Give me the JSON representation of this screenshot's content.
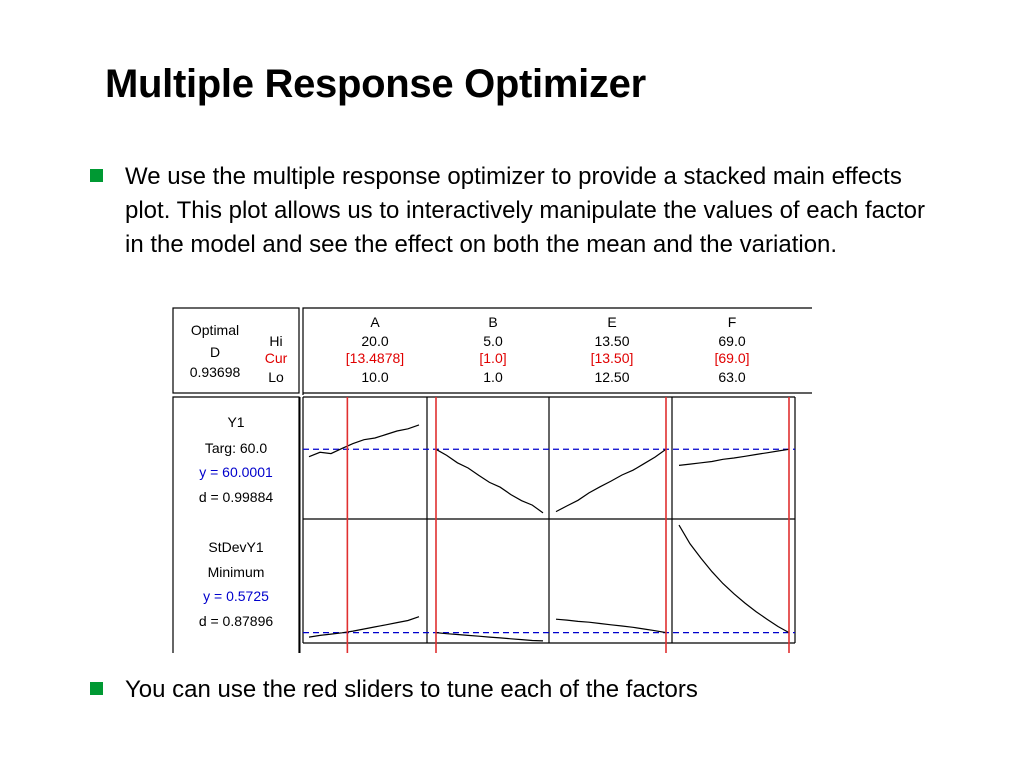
{
  "title": "Multiple Response Optimizer",
  "bullets": [
    "We use the multiple response optimizer to provide a stacked main effects plot.  This plot allows us to interactively manipulate the values of each factor in the model and see the effect on both the mean and the variation.",
    "You can use the red sliders to tune each of the factors"
  ],
  "colors": {
    "bullet": "#009933",
    "current": "#e00000",
    "slider": "#e03030",
    "target_line": "#0000cc",
    "prediction_text": "#0000cc"
  },
  "chart_data": {
    "type": "line",
    "header": {
      "optimal_label": "Optimal",
      "d_label": "D",
      "d_value": "0.93698",
      "row_labels": {
        "hi": "Hi",
        "cur": "Cur",
        "lo": "Lo"
      }
    },
    "factors": [
      {
        "name": "A",
        "hi": "20.0",
        "cur": "[13.4878]",
        "lo": "10.0",
        "hi_value": 20.0,
        "lo_value": 10.0,
        "cur_value": 13.4878
      },
      {
        "name": "B",
        "hi": "5.0",
        "cur": "[1.0]",
        "lo": "1.0",
        "hi_value": 5.0,
        "lo_value": 1.0,
        "cur_value": 1.0
      },
      {
        "name": "E",
        "hi": "13.50",
        "cur": "[13.50]",
        "lo": "12.50",
        "hi_value": 13.5,
        "lo_value": 12.5,
        "cur_value": 13.5
      },
      {
        "name": "F",
        "hi": "69.0",
        "cur": "[69.0]",
        "lo": "63.0",
        "hi_value": 69.0,
        "lo_value": 63.0,
        "cur_value": 69.0
      }
    ],
    "responses": [
      {
        "name": "Y1",
        "goal": "Targ: 60.0",
        "prediction": "y = 60.0001",
        "desirability": "d = 0.99884",
        "target": 60.0,
        "ylim": [
          44.0,
          72.0
        ],
        "curves": [
          [
            [
              10.0,
              58.3
            ],
            [
              11.0,
              59.3
            ],
            [
              12.0,
              59.0
            ],
            [
              13.0,
              60.2
            ],
            [
              14.0,
              61.3
            ],
            [
              15.0,
              62.2
            ],
            [
              16.0,
              62.6
            ],
            [
              17.0,
              63.4
            ],
            [
              18.0,
              64.2
            ],
            [
              19.0,
              64.7
            ],
            [
              20.0,
              65.6
            ]
          ],
          [
            [
              1.0,
              60.0
            ],
            [
              1.4,
              58.6
            ],
            [
              1.8,
              56.9
            ],
            [
              2.2,
              55.7
            ],
            [
              2.6,
              54.0
            ],
            [
              3.0,
              52.4
            ],
            [
              3.4,
              51.3
            ],
            [
              3.8,
              49.6
            ],
            [
              4.2,
              48.2
            ],
            [
              4.6,
              47.2
            ],
            [
              5.0,
              45.4
            ]
          ],
          [
            [
              12.5,
              45.7
            ],
            [
              12.6,
              47.0
            ],
            [
              12.7,
              48.3
            ],
            [
              12.8,
              50.0
            ],
            [
              12.9,
              51.4
            ],
            [
              13.0,
              52.7
            ],
            [
              13.1,
              54.1
            ],
            [
              13.2,
              55.2
            ],
            [
              13.3,
              56.7
            ],
            [
              13.4,
              58.2
            ],
            [
              13.5,
              60.0
            ]
          ],
          [
            [
              63.0,
              56.3
            ],
            [
              63.6,
              56.6
            ],
            [
              64.2,
              56.9
            ],
            [
              64.8,
              57.2
            ],
            [
              65.4,
              57.7
            ],
            [
              66.0,
              58.0
            ],
            [
              66.6,
              58.4
            ],
            [
              67.2,
              58.8
            ],
            [
              67.8,
              59.2
            ],
            [
              68.4,
              59.6
            ],
            [
              69.0,
              60.0
            ]
          ]
        ]
      },
      {
        "name": "StDevY1",
        "goal": "Minimum",
        "prediction": "y = 0.5725",
        "desirability": "d = 0.87896",
        "target": 0.5725,
        "ylim": [
          0.45,
          1.9
        ],
        "curves": [
          [
            [
              10.0,
              0.52
            ],
            [
              11.0,
              0.54
            ],
            [
              12.0,
              0.555
            ],
            [
              13.0,
              0.57
            ],
            [
              14.0,
              0.59
            ],
            [
              15.0,
              0.615
            ],
            [
              16.0,
              0.64
            ],
            [
              17.0,
              0.665
            ],
            [
              18.0,
              0.69
            ],
            [
              19.0,
              0.715
            ],
            [
              20.0,
              0.76
            ]
          ],
          [
            [
              1.0,
              0.5725
            ],
            [
              1.4,
              0.56
            ],
            [
              1.8,
              0.55
            ],
            [
              2.2,
              0.54
            ],
            [
              2.6,
              0.53
            ],
            [
              3.0,
              0.52
            ],
            [
              3.4,
              0.51
            ],
            [
              3.8,
              0.5
            ],
            [
              4.2,
              0.49
            ],
            [
              4.6,
              0.48
            ],
            [
              5.0,
              0.475
            ]
          ],
          [
            [
              12.5,
              0.73
            ],
            [
              12.6,
              0.72
            ],
            [
              12.7,
              0.705
            ],
            [
              12.8,
              0.695
            ],
            [
              12.9,
              0.68
            ],
            [
              13.0,
              0.665
            ],
            [
              13.1,
              0.65
            ],
            [
              13.2,
              0.635
            ],
            [
              13.3,
              0.615
            ],
            [
              13.4,
              0.595
            ],
            [
              13.5,
              0.5725
            ]
          ],
          [
            [
              63.0,
              1.84
            ],
            [
              63.6,
              1.62
            ],
            [
              64.2,
              1.45
            ],
            [
              64.8,
              1.29
            ],
            [
              65.4,
              1.15
            ],
            [
              66.0,
              1.03
            ],
            [
              66.6,
              0.92
            ],
            [
              67.2,
              0.82
            ],
            [
              67.8,
              0.73
            ],
            [
              68.4,
              0.645
            ],
            [
              69.0,
              0.5725
            ]
          ]
        ]
      }
    ]
  }
}
